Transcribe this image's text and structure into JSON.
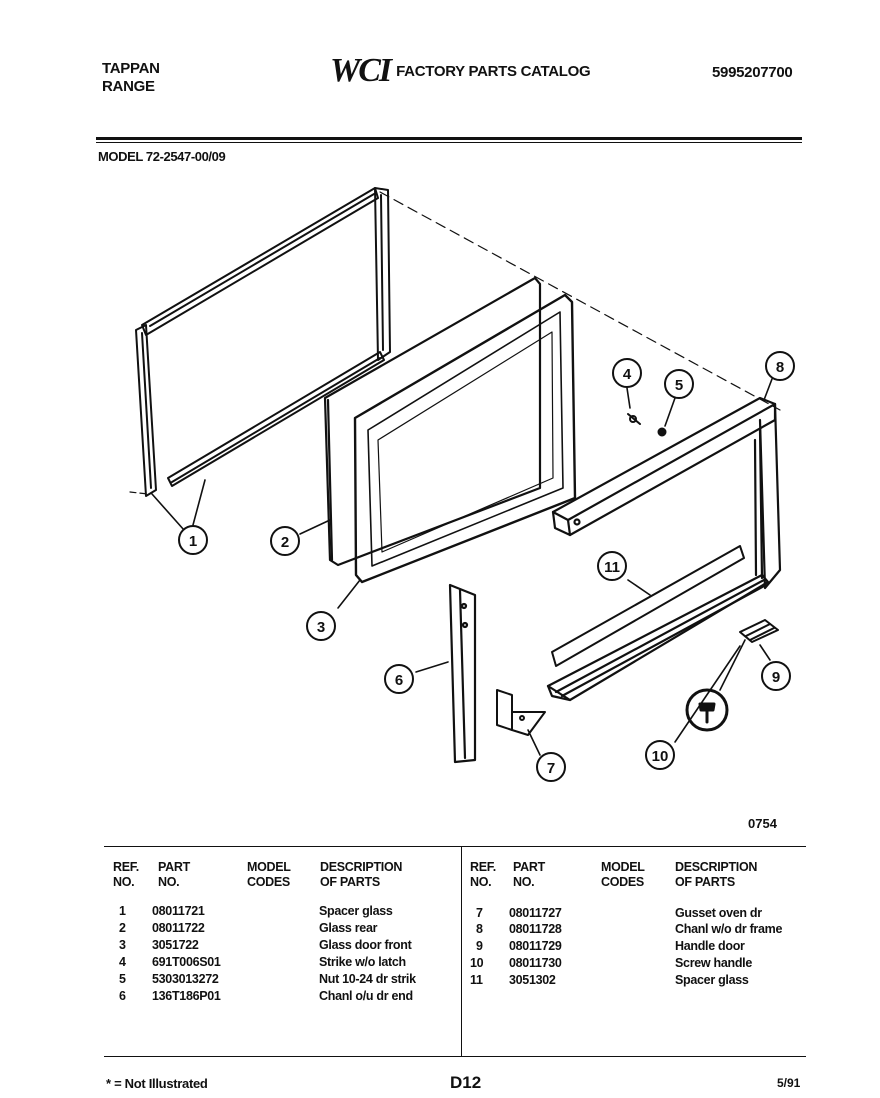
{
  "header": {
    "brand_line1": "TAPPAN",
    "brand_line2": "RANGE",
    "logo_text": "WCI",
    "catalog_title": "FACTORY PARTS CATALOG",
    "catalog_number": "5995207700"
  },
  "model": "MODEL 72-2547-00/09",
  "diagram": {
    "drawing_code": "0754",
    "callouts": [
      "1",
      "2",
      "3",
      "4",
      "5",
      "6",
      "7",
      "8",
      "9",
      "10",
      "11"
    ]
  },
  "table": {
    "headers": {
      "ref1": "REF.",
      "ref2": "NO.",
      "part1": "PART",
      "part2": "NO.",
      "model1": "MODEL",
      "model2": "CODES",
      "desc1": "DESCRIPTION",
      "desc2": "OF PARTS"
    },
    "left_rows": [
      {
        "ref": "1",
        "part": "08011721",
        "desc": "Spacer glass"
      },
      {
        "ref": "2",
        "part": "08011722",
        "desc": "Glass rear"
      },
      {
        "ref": "3",
        "part": "3051722",
        "desc": "Glass door front"
      },
      {
        "ref": "4",
        "part": "691T006S01",
        "desc": "Strike w/o latch"
      },
      {
        "ref": "5",
        "part": "5303013272",
        "desc": "Nut 10-24 dr strik"
      },
      {
        "ref": "6",
        "part": "136T186P01",
        "desc": "Chanl o/u dr end"
      }
    ],
    "right_rows": [
      {
        "ref": "7",
        "part": "08011727",
        "desc": "Gusset oven dr"
      },
      {
        "ref": "8",
        "part": "08011728",
        "desc": "Chanl w/o dr frame"
      },
      {
        "ref": "9",
        "part": "08011729",
        "desc": "Handle door"
      },
      {
        "ref": "10",
        "part": "08011730",
        "desc": "Screw handle"
      },
      {
        "ref": "11",
        "part": "3051302",
        "desc": "Spacer glass"
      }
    ]
  },
  "footer": {
    "footnote": "* = Not Illustrated",
    "page_code": "D12",
    "date_code": "5/91"
  }
}
